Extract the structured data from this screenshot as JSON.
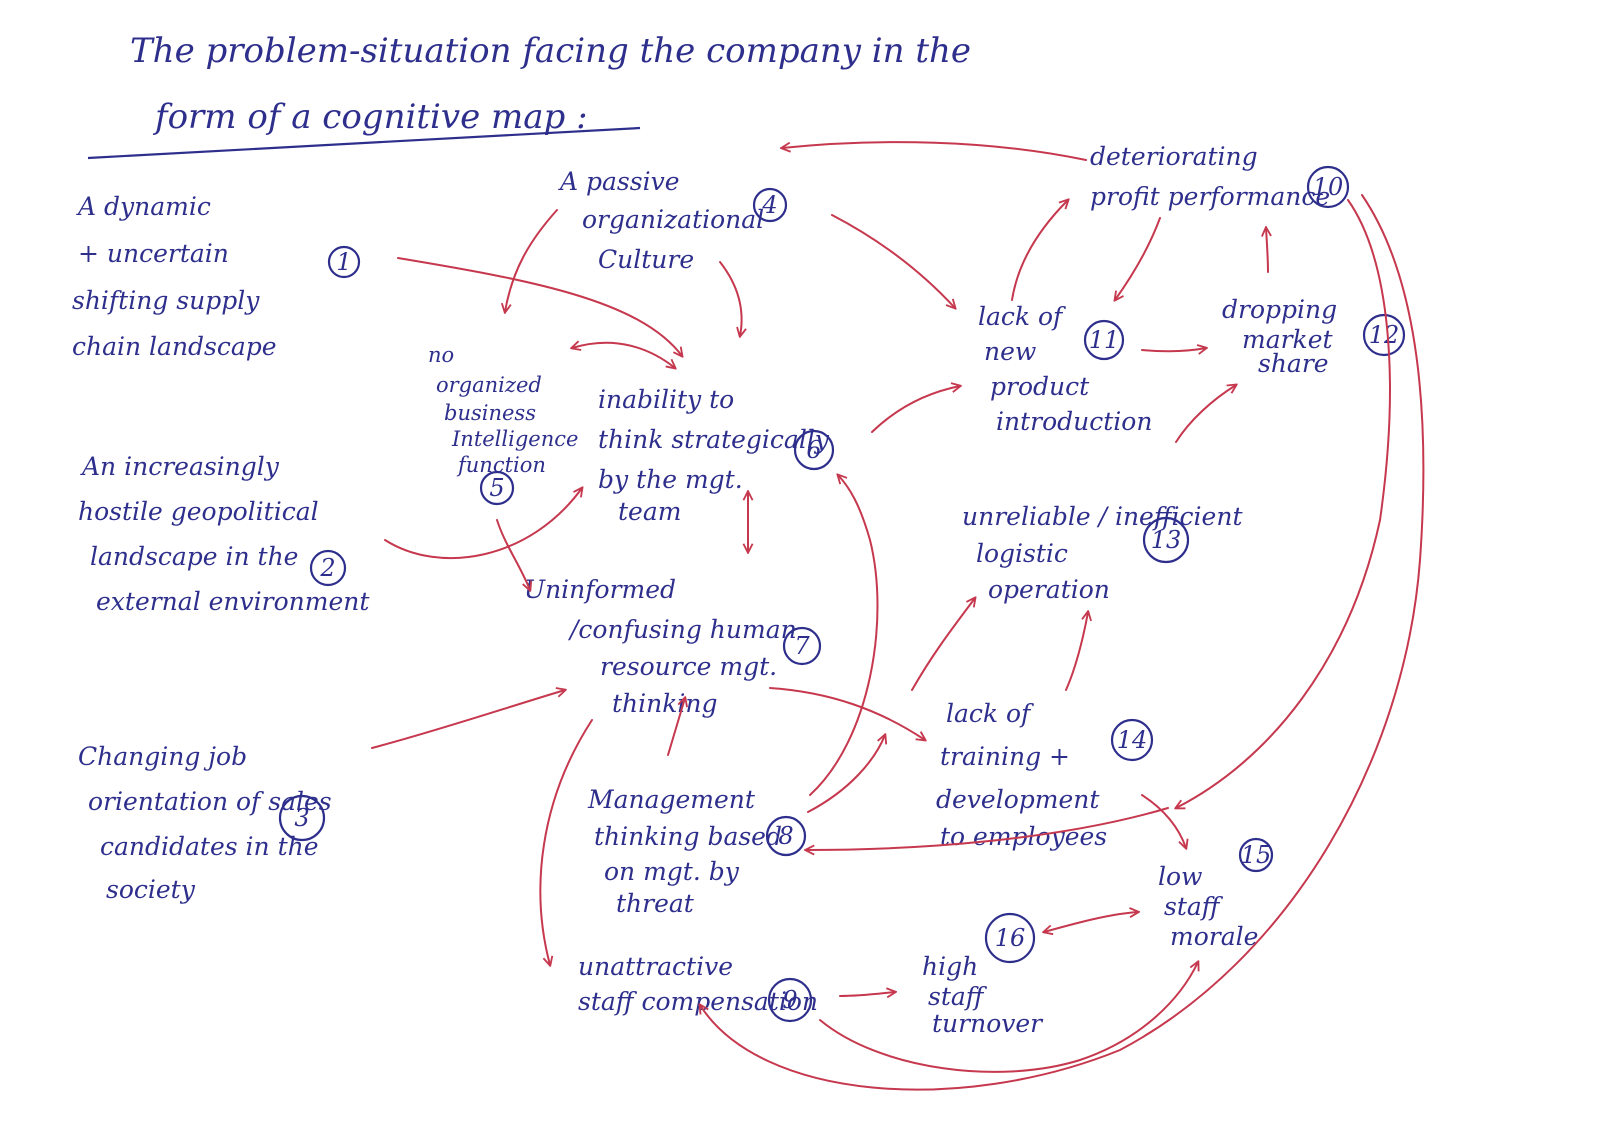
{
  "title": {
    "line1": "The problem-situation facing the company in the",
    "line2": "form of a cognitive map :"
  },
  "nodes": {
    "n1": {
      "lines": [
        "A dynamic",
        "+ uncertain",
        "shifting supply",
        "chain landscape"
      ],
      "num": "1"
    },
    "n2": {
      "lines": [
        "An increasingly",
        "hostile geopolitical",
        "landscape in the",
        "external environment"
      ],
      "num": "2"
    },
    "n3": {
      "lines": [
        "Changing job",
        "orientation of sales",
        "candidates in the",
        "society"
      ],
      "num": "3"
    },
    "n4": {
      "lines": [
        "A passive",
        "organizational",
        "Culture"
      ],
      "num": "4"
    },
    "n5": {
      "lines": [
        "no",
        "organized",
        "business",
        "Intelligence",
        "function"
      ],
      "num": "5"
    },
    "n6": {
      "lines": [
        "inability to",
        "think strategically",
        "by the mgt.",
        "team"
      ],
      "num": "6"
    },
    "n7": {
      "lines": [
        "Uninformed",
        "/confusing human",
        "resource mgt.",
        "thinking"
      ],
      "num": "7"
    },
    "n8": {
      "lines": [
        "Management",
        "thinking based",
        "on mgt. by",
        "threat"
      ],
      "num": "8"
    },
    "n9": {
      "lines": [
        "unattractive",
        "staff compensation"
      ],
      "num": "9"
    },
    "n10": {
      "lines": [
        "deteriorating",
        "profit performance"
      ],
      "num": "10"
    },
    "n11": {
      "lines": [
        "lack of",
        "new",
        "product",
        "introduction"
      ],
      "num": "11"
    },
    "n12": {
      "lines": [
        "dropping",
        "market",
        "share"
      ],
      "num": "12"
    },
    "n13": {
      "lines": [
        "unreliable / inefficient",
        "logistic",
        "operation"
      ],
      "num": "13"
    },
    "n14": {
      "lines": [
        "lack of",
        "training +",
        "development",
        "to employees"
      ],
      "num": "14"
    },
    "n15": {
      "lines": [
        "low",
        "staff",
        "morale"
      ],
      "num": "15"
    },
    "n16": {
      "lines": [
        "high",
        "staff",
        "turnover"
      ],
      "num": "16"
    }
  },
  "colors": {
    "ink": "#2e2f8c",
    "arrow": "#c6384e"
  }
}
